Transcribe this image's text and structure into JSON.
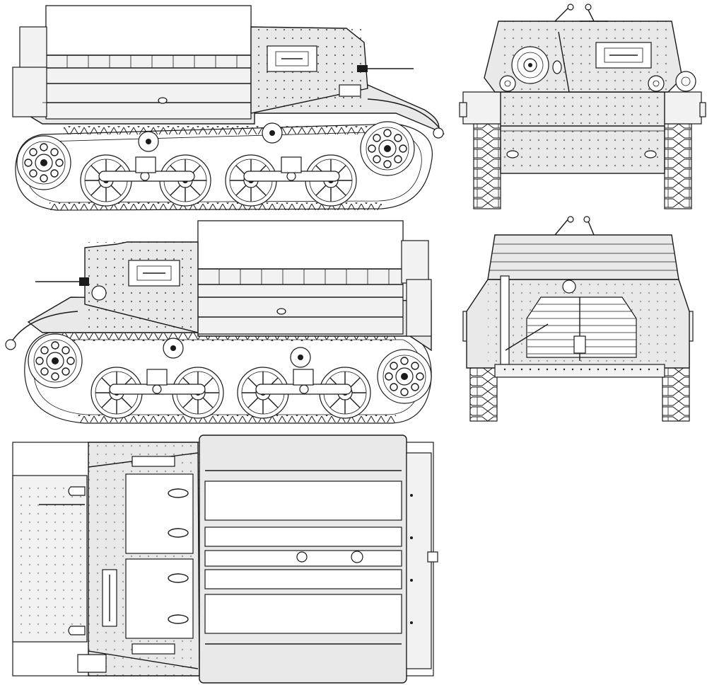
{
  "drawing": {
    "views": [
      {
        "id": "left-side",
        "label": ""
      },
      {
        "id": "front",
        "label": ""
      },
      {
        "id": "right-side",
        "label": ""
      },
      {
        "id": "rear",
        "label": ""
      },
      {
        "id": "top",
        "label": ""
      }
    ],
    "colors": {
      "line": "#1a1a1a",
      "hull_fill": "#e9e9e9",
      "panel_fill": "#f2f2f2",
      "background": "#ffffff"
    }
  }
}
